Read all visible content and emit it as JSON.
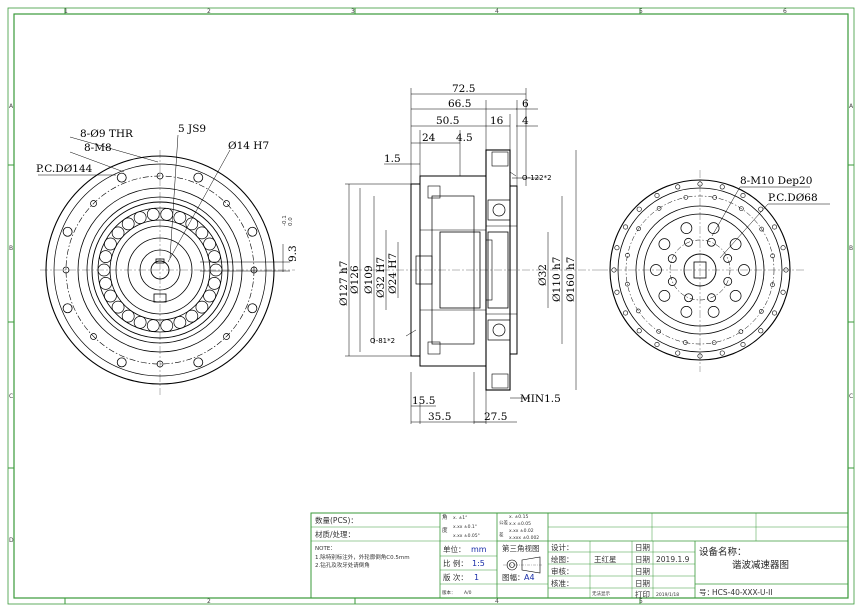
{
  "zones": {
    "cols": [
      "1",
      "2",
      "3",
      "4",
      "5",
      "6"
    ],
    "rows": [
      "A",
      "B",
      "C",
      "D"
    ]
  },
  "left_view": {
    "holes": "8-Ø9 THR",
    "threads": "8-M8",
    "pcd": "P.C.DØ144",
    "keyway": "5 JS9",
    "bore": "Ø14 H7",
    "key_depth": "9.3",
    "tol_upper": "-0.1",
    "tol_lower": "0.0"
  },
  "section_view": {
    "width_total": "72.5",
    "width_a": "66.5",
    "width_b": "50.5",
    "width_c": "16",
    "width_d": "6",
    "width_e": "4",
    "width_f": "24",
    "width_g": "4.5",
    "width_h": "1.5",
    "oring_top": "O-122*2",
    "oring_bottom": "O-81*2",
    "dia_127": "Ø127 h7",
    "dia_126": "Ø126",
    "dia_109": "Ø109",
    "dia_32_h7": "Ø32 H7",
    "dia_24_h7": "Ø24 H7",
    "dia_32": "Ø32",
    "dia_110": "Ø110 h7",
    "dia_160": "Ø160 h7",
    "bottom_a": "15.5",
    "bottom_b": "35.5",
    "bottom_c": "27.5",
    "bottom_min": "MIN1.5"
  },
  "right_view": {
    "threads": "8-M10 Dep20",
    "pcd": "P.C.DØ68"
  },
  "title_block": {
    "qty_label": "数量(PCS)：",
    "material_label": "材质/处理：",
    "note_title": "NOTE：",
    "note_1": "1.除特别标注外，外轮廓倒角C0.5mm",
    "note_2": "2.钻孔及攻牙处请倒角",
    "angle_label": "角",
    "angle_tol_1": "x.   ±1°",
    "angle_tol_2": "x.xx  ±0.1°",
    "angle_tol_3": "x.xx  ±0.05°",
    "deg_label": "度",
    "lin_label_1": "公差",
    "lin_label_2": "差",
    "lin_tol_1": "x.     ±0.15",
    "lin_tol_2": "x.x    ±0.05",
    "lin_tol_3": "x.xx   ±0.02",
    "lin_tol_4": "x.xxx  ±0.002",
    "unit_label": "单位：",
    "unit_value": "mm",
    "scale_label": "比 例：",
    "scale_value": "1:5",
    "version_label": "版 次：",
    "version_value": "1",
    "projection": "第三角视图",
    "sheet_label": "图幅：",
    "sheet_value": "A4",
    "design_label": "设计：",
    "draw_label": "绘图：",
    "drawer": "王红星",
    "review_label": "审核：",
    "approve_label": "核准：",
    "date_label": "日期",
    "date_value": "2019.1.9",
    "print_label": "打印",
    "print_date": "2019/1/18",
    "revision_label": "版本：",
    "revision_value": "A/0",
    "extra_label": "无法显示",
    "device_label": "设备名称：",
    "device_name": "谐波减速器图",
    "drawing_no_label": "号：",
    "drawing_no": "HCS-40-XXX-U-II"
  }
}
